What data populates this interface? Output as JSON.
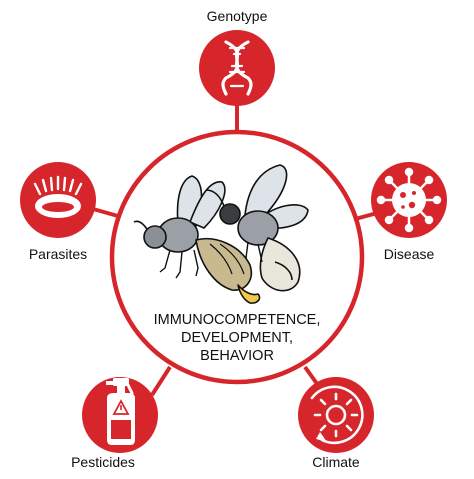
{
  "diagram": {
    "factors": {
      "genotype": {
        "label": "Genotype",
        "icon": "dna-icon"
      },
      "disease": {
        "label": "Disease",
        "icon": "virus-icon"
      },
      "parasites": {
        "label": "Parasites",
        "icon": "mite-icon"
      },
      "pesticides": {
        "label": "Pesticides",
        "icon": "spray-bottle-icon"
      },
      "climate": {
        "label": "Climate",
        "icon": "sun-cycle-icon"
      }
    },
    "center": {
      "lines": [
        "IMMUNOCOMPETENCE,",
        "DEVELOPMENT,",
        "BEHAVIOR"
      ],
      "illustration": "mating-bees-illustration"
    },
    "colors": {
      "accent": "#d6262b",
      "outline": "#111111",
      "wing": "#dde3e8",
      "body": "#9aa0a6"
    }
  }
}
